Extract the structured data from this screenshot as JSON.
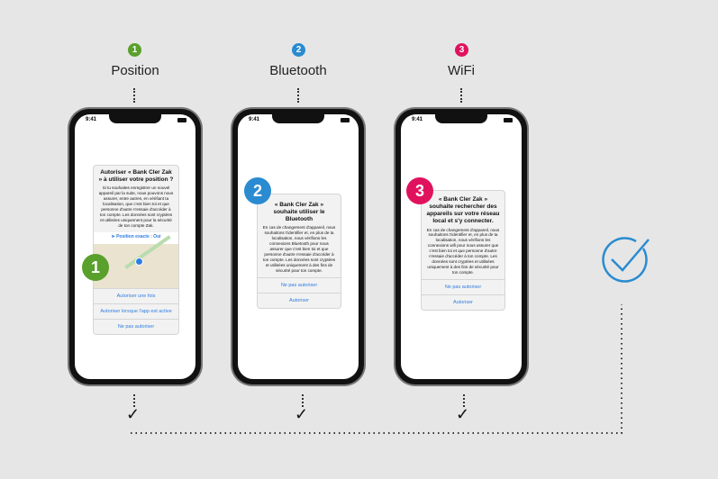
{
  "colors": {
    "step1": "#5aa02c",
    "step2": "#2a8bd0",
    "step3": "#e0125e",
    "done": "#2a8bd0"
  },
  "steps": [
    {
      "num": "1",
      "label": "Position",
      "time": "9:41",
      "dialog": {
        "title": "Autoriser « Bank Cler Zak » à utiliser votre position ?",
        "body": "Si tu souhaites enregistrer un nouvel appareil par la suite, nous pouvons nous assurer, entre autres, en vérifiant ta localisation, que c'est bien toi et que personne d'autre n'essaie d'accéder à ton compte. Les données sont cryptées et utilisées uniquement pour la sécurité de ton compte Zak.",
        "map_label": "Position exacte : Oui",
        "buttons": [
          "Autoriser une fois",
          "Autoriser lorsque l'app est active",
          "Ne pas autoriser"
        ]
      }
    },
    {
      "num": "2",
      "label": "Bluetooth",
      "time": "9:41",
      "dialog": {
        "title": "« Bank Cler Zak » souhaite utiliser le Bluetooth",
        "body": "En cas de changement d'appareil, nous souhaitons t'identifier et, en plus de ta localisation, nous vérifions les connexions Bluetooth pour nous assurer que c'est bien toi et que personne d'autre n'essaie d'accéder à ton compte. Les données sont cryptées et utilisées uniquement à des fins de sécurité pour ton compte.",
        "buttons": [
          "Ne pas autoriser",
          "Autoriser"
        ]
      }
    },
    {
      "num": "3",
      "label": "WiFi",
      "time": "9:41",
      "dialog": {
        "title": "« Bank Cler Zak » souhaite rechercher des appareils sur votre réseau local et s'y connecter.",
        "body": "En cas de changement d'appareil, nous souhaitons t'identifier et, en plus de ta localisation, nous vérifions les connexions wifi pour nous assurer que c'est bien toi et que personne d'autre n'essaie d'accéder à ton compte. Les données sont cryptées et utilisées uniquement à des fins de sécurité pour ton compte.",
        "buttons": [
          "Ne pas autoriser",
          "Autoriser"
        ]
      }
    }
  ],
  "check_glyph": "✓"
}
